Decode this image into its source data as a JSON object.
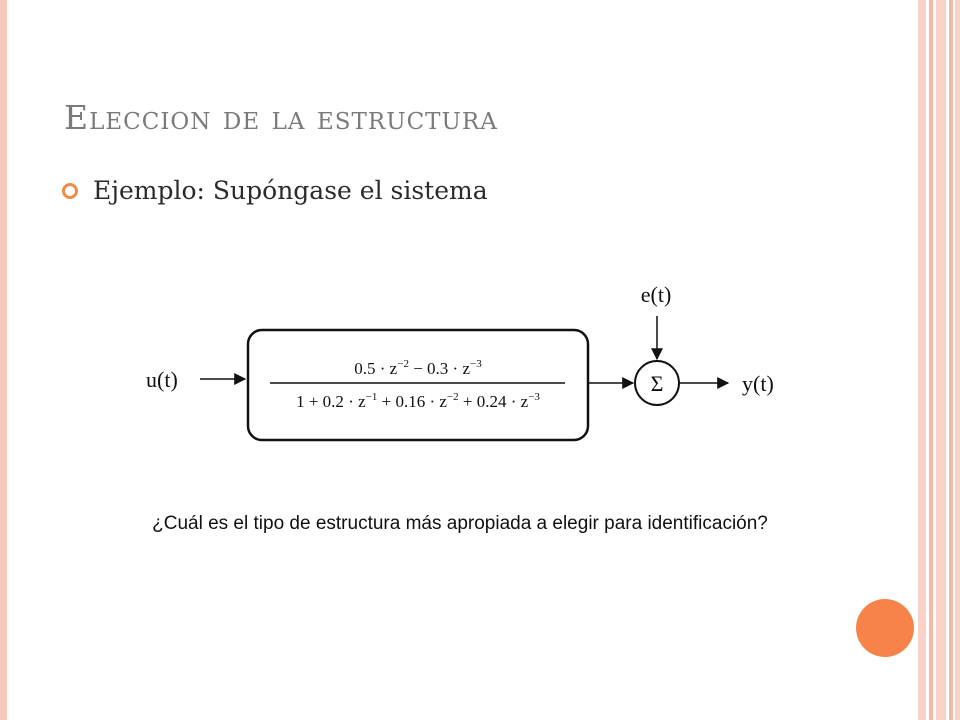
{
  "slide": {
    "title": "Eleccion de la estructura",
    "bullet": "Ejemplo: Supóngase el sistema",
    "question": "¿Cuál es el tipo de estructura más apropiada a elegir para identificación?"
  },
  "diagram": {
    "input_label": "u(t)",
    "noise_label": "e(t)",
    "output_label": "y(t)",
    "sum_symbol": "Σ",
    "transfer_function": {
      "numerator": [
        {
          "coef": "0.5",
          "power": "−2",
          "sign": ""
        },
        {
          "coef": "0.3",
          "power": "−3",
          "sign": "−"
        }
      ],
      "denominator": [
        {
          "coef": "1",
          "power": "",
          "sign": ""
        },
        {
          "coef": "0.2",
          "power": "−1",
          "sign": "+"
        },
        {
          "coef": "0.16",
          "power": "−2",
          "sign": "+"
        },
        {
          "coef": "0.24",
          "power": "−3",
          "sign": "+"
        }
      ]
    }
  },
  "colors": {
    "accent": "#f7834a",
    "frame": "#f6c9bd",
    "title": "#7a7a7a"
  }
}
